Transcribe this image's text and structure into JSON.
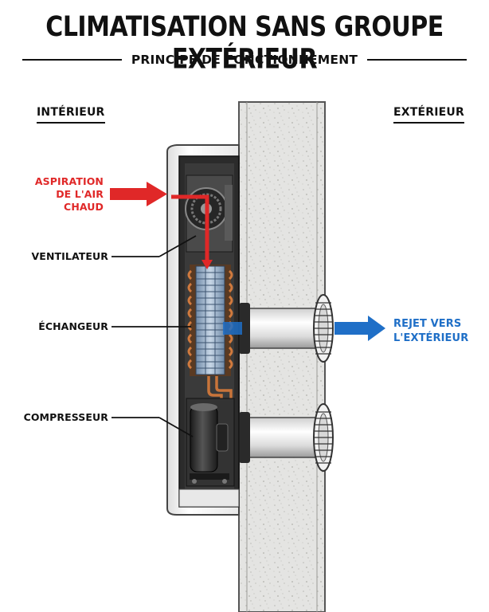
{
  "header": {
    "title": "CLIMATISATION SANS GROUPE EXTÉRIEUR",
    "subtitle": "PRINCIPE DE FONCTIONNEMENT"
  },
  "sides": {
    "interior": "INTÉRIEUR",
    "exterior": "EXTÉRIEUR"
  },
  "labels": {
    "intake_line1": "ASPIRATION",
    "intake_line2": "DE L'AIR CHAUD",
    "fan": "VENTILATEUR",
    "exchanger": "ÉCHANGEUR",
    "compressor": "COMPRESSEUR",
    "exhaust_line1": "REJET VERS",
    "exhaust_line2": "L'EXTÉRIEUR"
  },
  "colors": {
    "hot_air": "#e02828",
    "exhaust_air": "#1f6fc7",
    "copper": "#c8743a",
    "wall": "#e2e2e0",
    "casing": "#f4f4f4"
  },
  "icons": {
    "fan": "fan-icon",
    "exchanger": "heat-exchanger-icon",
    "compressor": "compressor-icon",
    "wall_grille": "louver-grille-icon"
  }
}
